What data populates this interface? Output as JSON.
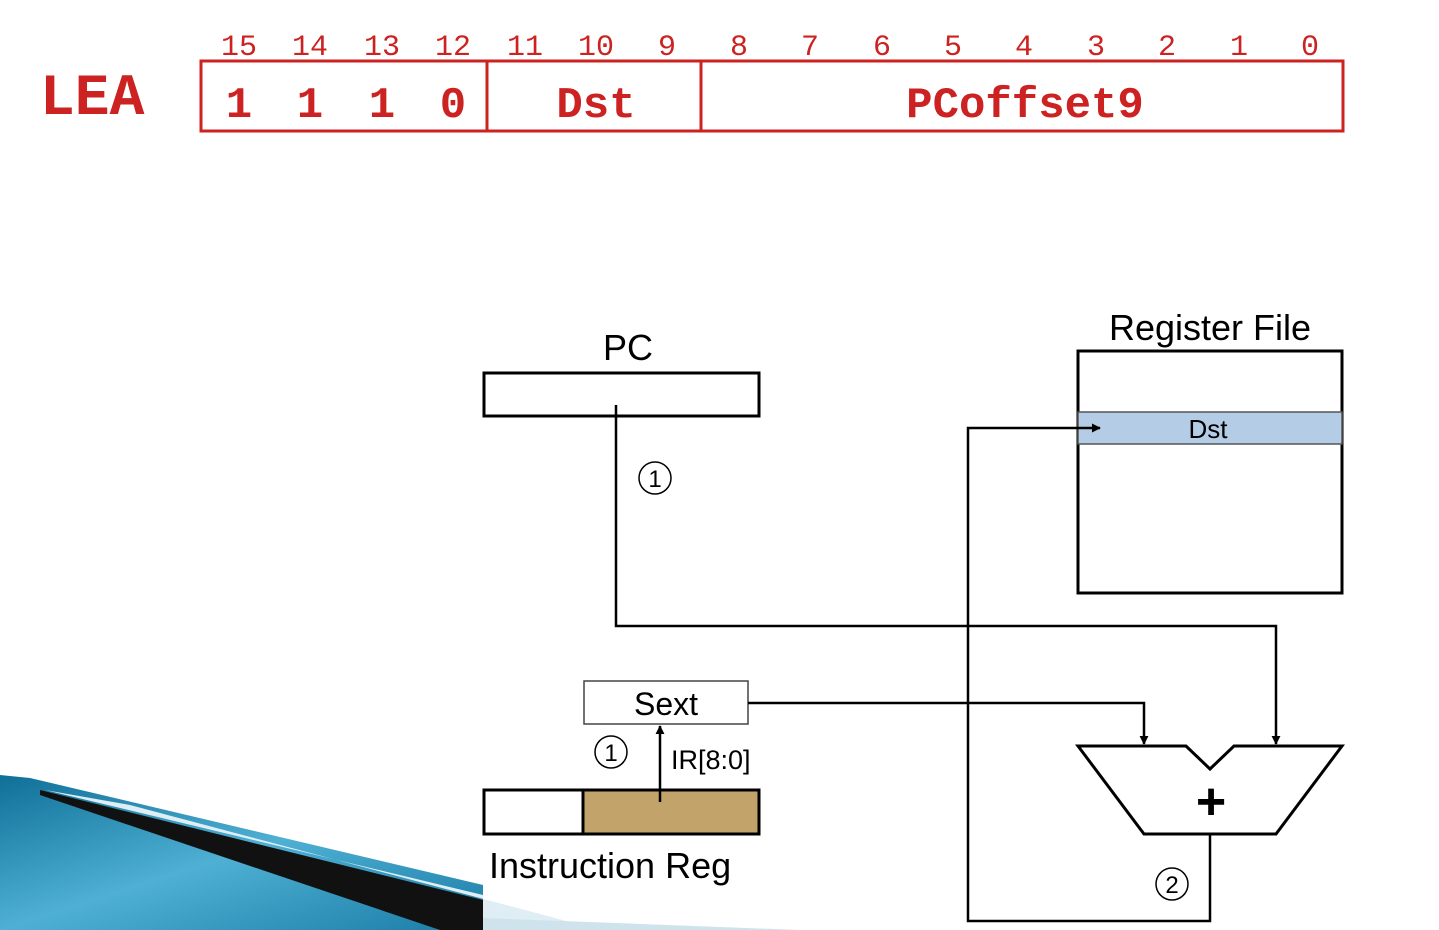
{
  "encoding": {
    "opcode_name": "LEA",
    "bit_numbers": [
      "15",
      "14",
      "13",
      "12",
      "11",
      "10",
      "9",
      "8",
      "7",
      "6",
      "5",
      "4",
      "3",
      "2",
      "1",
      "0"
    ],
    "opcode_bits": [
      "1",
      "1",
      "1",
      "0"
    ],
    "dst_field": "Dst",
    "offset_field": "PCoffset9",
    "accent_color": "#cc2222"
  },
  "datapath": {
    "pc_label": "PC",
    "register_file_label": "Register File",
    "dst_row_label": "Dst",
    "dst_row_color": "#b4cce6",
    "sext_label": "Sext",
    "ir_bits_label": "IR[8:0]",
    "instruction_reg_label": "Instruction Reg",
    "ir_field_color": "#c2a46a",
    "adder_symbol": "+",
    "step_markers": {
      "pc_path": "1",
      "sext_path": "1",
      "adder_out": "2"
    }
  }
}
